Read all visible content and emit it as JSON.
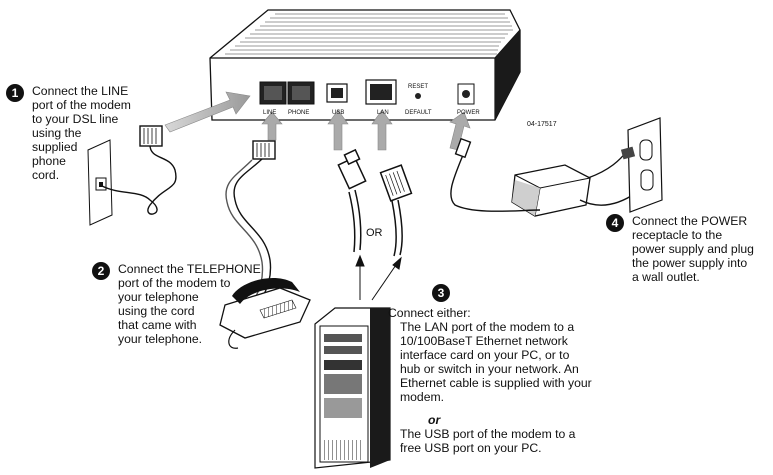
{
  "figure_id": "04-17517",
  "port_labels": {
    "line": "LINE",
    "phone": "PHONE",
    "usb": "USB",
    "lan": "LAN",
    "reset": "RESET",
    "default": "DEFAULT",
    "power": "POWER"
  },
  "or_label": "OR",
  "steps": [
    {
      "number": "1",
      "text": "Connect the LINE\nport of the modem\nto your DSL line\nusing the\nsupplied\nphone\ncord."
    },
    {
      "number": "2",
      "text": "Connect the TELEPHONE\nport of the modem to\nyour telephone\nusing the cord\nthat came with\nyour telephone."
    },
    {
      "number": "3",
      "intro": "Connect either:",
      "option_a": "The LAN port of the modem to a\n10/100BaseT Ethernet network\ninterface card on your PC, or to\nhub or switch in your network. An\nEthernet cable is supplied with your\nmodem.",
      "or_word": "or",
      "option_b": "The USB port of the modem to a\nfree USB port on your PC."
    },
    {
      "number": "4",
      "text": "Connect the POWER\nreceptacle to the\npower supply and plug\nthe power supply into\na wall outlet."
    }
  ]
}
